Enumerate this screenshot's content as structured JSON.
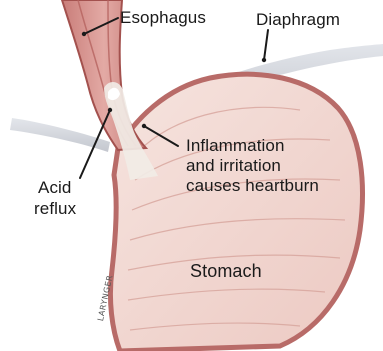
{
  "labels": {
    "esophagus": "Esophagus",
    "diaphragm": "Diaphragm",
    "inflammation_line1": "Inflammation",
    "inflammation_line2": "and irritation",
    "inflammation_line3": "causes heartburn",
    "acid_line1": "Acid",
    "acid_line2": "reflux",
    "stomach": "Stomach"
  },
  "signature": "LARYNGER",
  "colors": {
    "stomach_fill": "#f3dcd6",
    "stomach_wall": "#b86b68",
    "esophagus_fill": "#d99a96",
    "diaphragm": "#c9ccd3",
    "acid": "#f1ece6"
  }
}
